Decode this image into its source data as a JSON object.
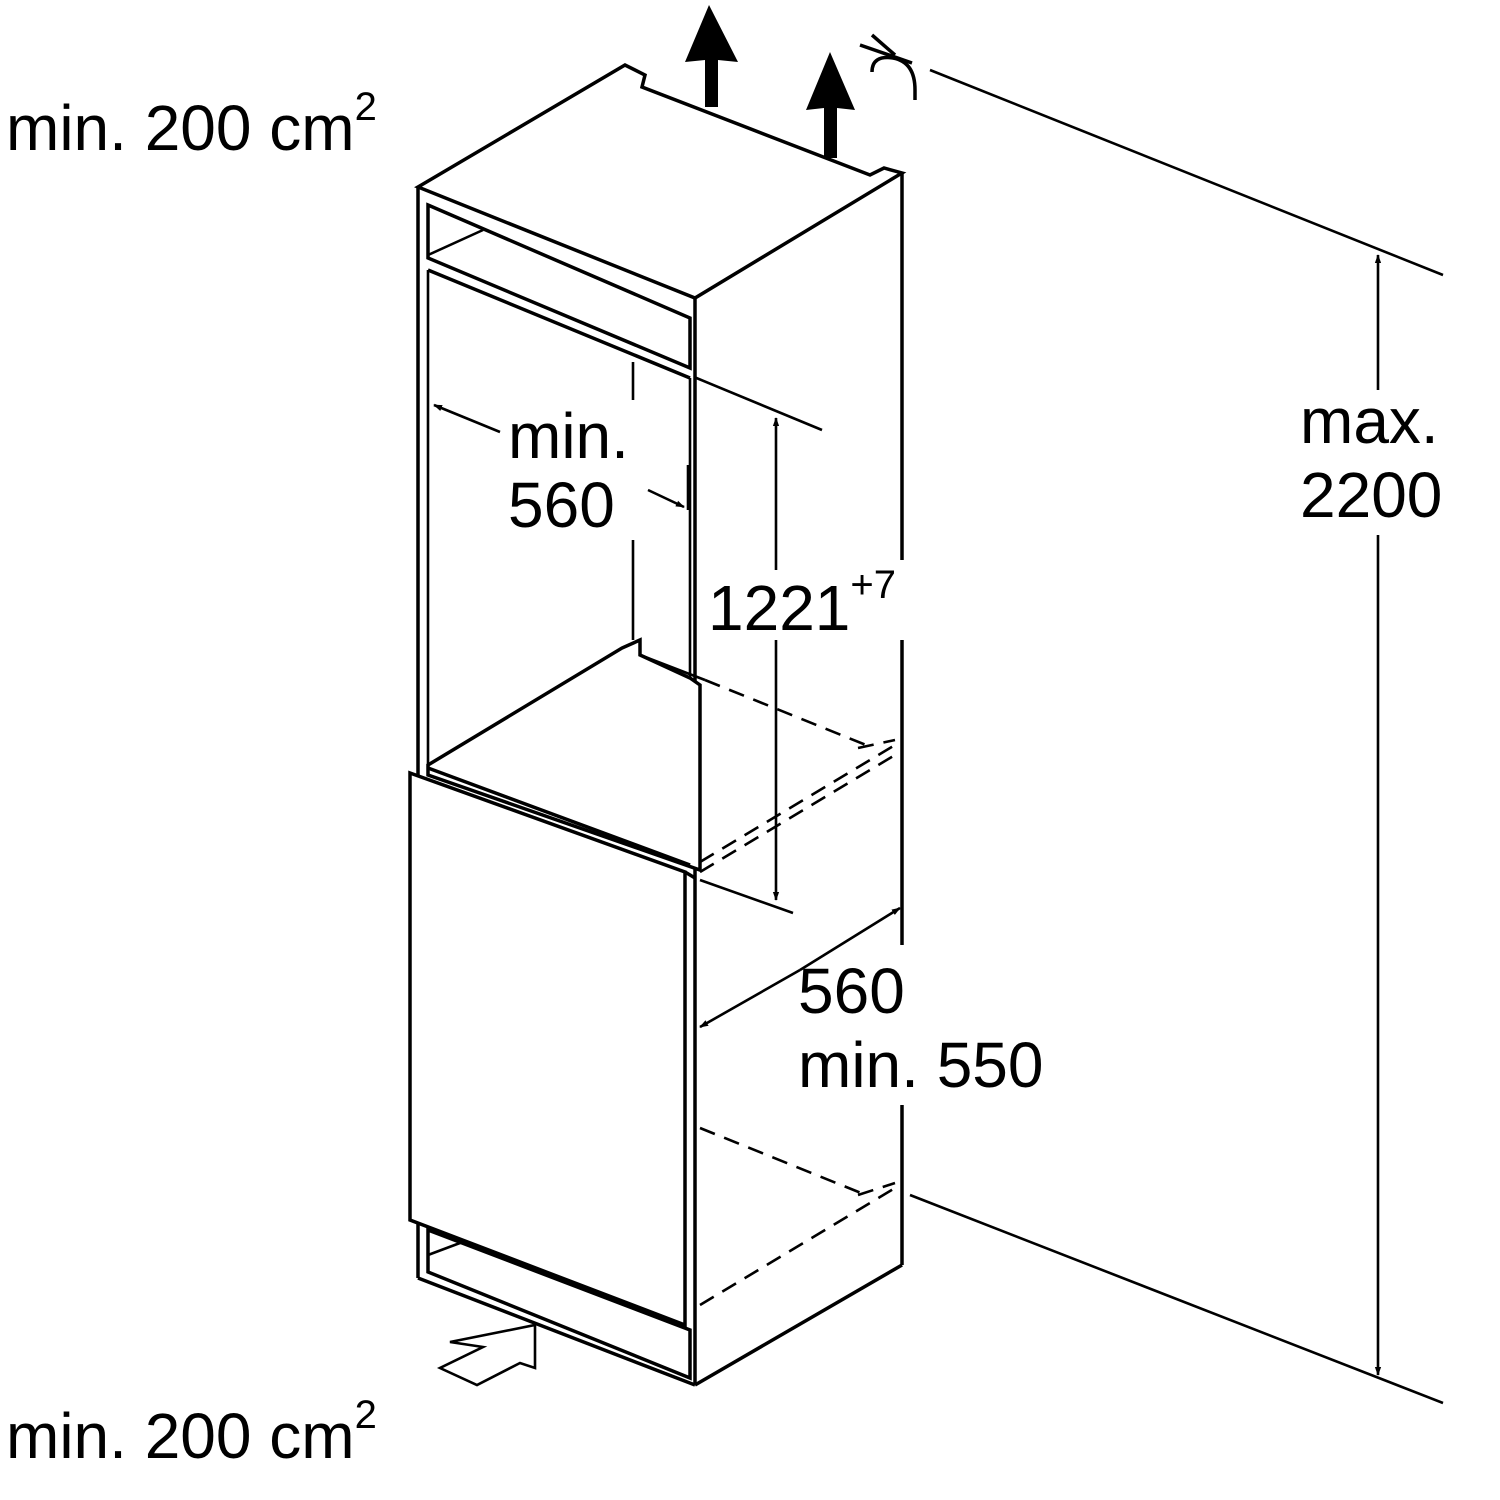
{
  "labels": {
    "top_vent_area": "min. 200 cm",
    "top_vent_exp": "2",
    "bottom_vent_area": "min. 200 cm",
    "bottom_vent_exp": "2",
    "niche_width_line1": "min.",
    "niche_width_line2": "560",
    "niche_height": "1221",
    "niche_height_tol": "+7",
    "niche_depth_line1": "560",
    "niche_depth_line2": "min. 550",
    "max_height_line1": "max.",
    "max_height_line2": "2200"
  },
  "icons": {
    "airflow_up": "arrow-up-icon",
    "airflow_in": "hollow-arrow-icon",
    "tilt": "tilt-symbol-icon"
  }
}
